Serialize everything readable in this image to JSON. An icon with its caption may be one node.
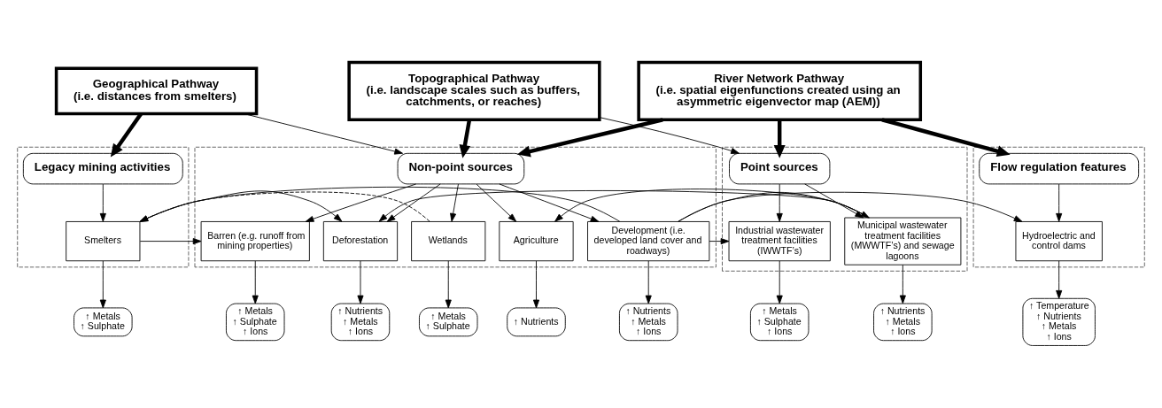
{
  "diagram": {
    "nodes": [
      {
        "text": [
          "Geographical Pathway",
          "(i.e. distances from smelters)"
        ]
      },
      {
        "text": [
          "Topographical Pathway",
          "(i.e. landscape scales such as buffers, catchments, or reaches)"
        ]
      },
      {
        "text": [
          "River Network Pathway",
          "(i.e. spatial eigenfunctions created using an asymmetric eigenvector map (AEM))"
        ]
      },
      {
        "text": [],
        "shape": "box"
      },
      {
        "text": [
          "Legacy mining activities"
        ],
        "in": 3
      },
      {
        "text": [
          "Smelters"
        ],
        "in": 3
      },
      {
        "text": [],
        "shape": "box"
      },
      {
        "text": [
          "Non-point sources"
        ],
        "in": 6
      },
      {
        "text": [
          "Barren (e.g. runoff from mining properties)"
        ],
        "in": 6
      },
      {
        "text": [
          "Deforestation"
        ],
        "in": 6
      },
      {
        "text": [
          "Wetlands"
        ],
        "in": 6
      },
      {
        "text": [
          "Agriculture"
        ],
        "in": 6
      },
      {
        "text": [
          "Development (i.e. developed land cover and roadways)"
        ],
        "in": 6
      },
      {
        "text": [],
        "shape": "box"
      },
      {
        "text": [
          "Point sources"
        ],
        "in": 13
      },
      {
        "text": [
          "Municipal wastewater treatment facilities (MWWTF’s) and sewage lagoons"
        ],
        "in": 13
      },
      {
        "text": [
          "Industrial wastewater treatment facilities (IWWTF’s)"
        ],
        "in": 13
      },
      {
        "text": [],
        "shape": "box"
      },
      {
        "text": [
          "Flow regulation features"
        ],
        "in": 17
      },
      {
        "text": [
          "Hydroelectric and control dams"
        ],
        "in": 17
      },
      {
        "text": [
          "↑ Metals",
          "↑ Sulphate"
        ]
      },
      {
        "text": [
          "↑ Metals",
          "↑ Sulphate",
          "↑ Ions"
        ]
      },
      {
        "text": [
          "↑ Nutrients",
          "↑ Metals",
          "↑ Ions"
        ]
      },
      {
        "text": [
          "↑ Metals",
          "↑ Sulphate"
        ]
      },
      {
        "text": [
          "↑ Nutrients"
        ]
      },
      {
        "text": [
          "↑ Nutrients",
          "↑ Metals",
          "↑ Ions"
        ]
      },
      {
        "text": [
          "↑ Nutrients",
          "↑ Metals",
          "↑ Ions"
        ]
      },
      {
        "text": [
          "↑ Metals",
          "↑ Sulphate",
          "↑ Ions"
        ]
      },
      {
        "text": [
          "↑ Temperature",
          "↑ Nutrients",
          "↑ Metals",
          "↑ Ions"
        ]
      }
    ],
    "edges": [
      {
        "from": 0,
        "to": 4,
        "arrow": "to",
        "style": "thick"
      },
      {
        "from": 0,
        "to": 7,
        "arrow": "to"
      },
      {
        "from": 1,
        "to": 7,
        "arrow": "to",
        "style": "thick"
      },
      {
        "from": 1,
        "to": 14,
        "arrow": "to"
      },
      {
        "from": 2,
        "to": 7,
        "arrow": "to",
        "style": "thick"
      },
      {
        "from": 2,
        "to": 14,
        "arrow": "to",
        "style": "thick"
      },
      {
        "from": 2,
        "to": 18,
        "arrow": "to",
        "style": "thick"
      },
      {
        "from": 4,
        "to": 5,
        "arrow": "to"
      },
      {
        "from": 7,
        "to": 8,
        "arrow": "to"
      },
      {
        "from": 7,
        "to": 9,
        "arrow": "to"
      },
      {
        "from": 7,
        "to": 10,
        "arrow": "to"
      },
      {
        "from": 7,
        "to": 11,
        "arrow": "to"
      },
      {
        "from": 7,
        "to": 12,
        "arrow": "to"
      },
      {
        "from": 14,
        "to": 15,
        "arrow": "to"
      },
      {
        "from": 14,
        "to": 16,
        "arrow": "to"
      },
      {
        "from": 18,
        "to": 19,
        "arrow": "to"
      },
      {
        "from": 5,
        "to": 8,
        "arrow": "to"
      },
      {
        "from": 5,
        "to": 9,
        "arrow": "to"
      },
      {
        "from": 10,
        "to": 5,
        "arrow": "to",
        "style": "dashed"
      },
      {
        "from": 12,
        "to": 5,
        "arrow": "to"
      },
      {
        "from": 15,
        "to": 9,
        "arrow": "to"
      },
      {
        "from": 15,
        "to": 11,
        "arrow": "to"
      },
      {
        "from": 12,
        "to": 15,
        "arrow": "to"
      },
      {
        "from": 12,
        "to": 16,
        "arrow": "to"
      },
      {
        "from": 12,
        "to": 19,
        "arrow": "to"
      },
      {
        "from": 5,
        "to": 20,
        "arrow": "to"
      },
      {
        "from": 8,
        "to": 21,
        "arrow": "to"
      },
      {
        "from": 9,
        "to": 22,
        "arrow": "to"
      },
      {
        "from": 10,
        "to": 23,
        "arrow": "to"
      },
      {
        "from": 11,
        "to": 24,
        "arrow": "to"
      },
      {
        "from": 12,
        "to": 25,
        "arrow": "to"
      },
      {
        "from": 15,
        "to": 26,
        "arrow": "to"
      },
      {
        "from": 16,
        "to": 27,
        "arrow": "to"
      },
      {
        "from": 19,
        "to": 28,
        "arrow": "to"
      }
    ]
  }
}
